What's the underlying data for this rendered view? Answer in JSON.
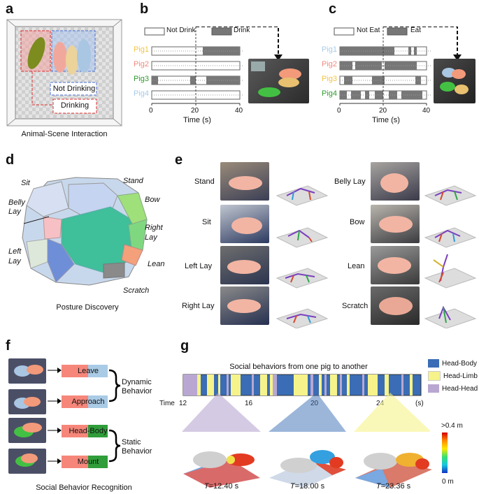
{
  "panels": {
    "a": {
      "letter": "a",
      "not_drinking": "Not Drinking",
      "drinking": "Drinking",
      "caption": "Animal-Scene Interaction"
    },
    "b": {
      "letter": "b",
      "legend_left": "Not Drink",
      "legend_right": "Drink",
      "pigs": [
        "Pig1",
        "Pig2",
        "Pig3",
        "Pig4"
      ],
      "pig_colors": [
        "#f4c542",
        "#f08a7e",
        "#2e9b2e",
        "#a9cbe6"
      ],
      "xticks": [
        "0",
        "20",
        "40"
      ],
      "xlabel": "Time (s)"
    },
    "c": {
      "letter": "c",
      "legend_left": "Not Eat",
      "legend_right": "Eat",
      "pigs": [
        "Pig1",
        "Pig2",
        "Pig3",
        "Pig4"
      ],
      "pig_colors": [
        "#a9cbe6",
        "#f08a7e",
        "#f4c542",
        "#2e9b2e"
      ],
      "xticks": [
        "0",
        "20",
        "40"
      ],
      "xlabel": "Time (s)"
    },
    "d": {
      "letter": "d",
      "labels": {
        "sit": "Sit",
        "stand": "Stand",
        "belly1": "Belly",
        "belly2": "Lay",
        "bow": "Bow",
        "right1": "Right",
        "right2": "Lay",
        "left1": "Left",
        "left2": "Lay",
        "lean": "Lean",
        "scratch": "Scratch"
      },
      "caption": "Posture Discovery"
    },
    "e": {
      "letter": "e",
      "left_labels": [
        "Stand",
        "Sit",
        "Left Lay",
        "Right Lay"
      ],
      "right_labels": [
        "Belly Lay",
        "Bow",
        "Lean",
        "Scratch"
      ]
    },
    "f": {
      "letter": "f",
      "rows": [
        "Leave",
        "Approach",
        "Head-Body",
        "Mount"
      ],
      "dynamic1": "Dynamic",
      "dynamic2": "Behavior",
      "static1": "Static",
      "static2": "Behavior",
      "caption": "Social Behavior Recognition"
    },
    "g": {
      "letter": "g",
      "title": "Social behaviors from one pig to another",
      "legend": [
        {
          "label": "Head-Body",
          "color": "#3a6db5"
        },
        {
          "label": "Head-Limb",
          "color": "#f6f38a"
        },
        {
          "label": "Head-Head",
          "color": "#b9a7d1"
        }
      ],
      "time_label": "Time",
      "ticks": [
        "12",
        "16",
        "20",
        "24"
      ],
      "unit": "(s)",
      "colorbar_max": ">0.4 m",
      "colorbar_min": "0 m",
      "snapshots": [
        {
          "prefix": "T",
          "value": "=12.40 s"
        },
        {
          "prefix": "T",
          "value": "=18.00 s"
        },
        {
          "prefix": "T",
          "value": "=23.36 s"
        }
      ]
    }
  }
}
